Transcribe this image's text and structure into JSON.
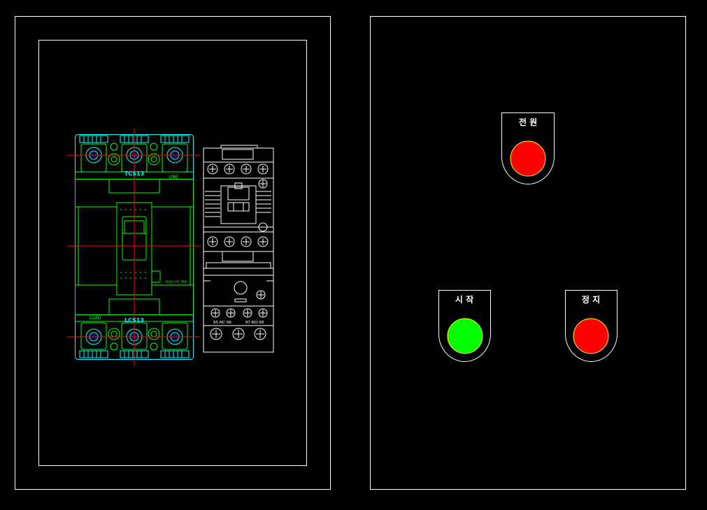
{
  "colors": {
    "background": "#000000",
    "frame": "#ffffff",
    "breaker": "#00ff00",
    "breaker_alt": "#00ffff",
    "centerline": "#ff0000",
    "terminal": "#0000ff",
    "lamp_red": "#ff0000",
    "lamp_green": "#00ff00",
    "lamp_rim": "#ffff00"
  },
  "breaker": {
    "top_code": "TCS13",
    "top_side": "LINE",
    "bottom_code": "LCS13",
    "bottom_side": "LOAD",
    "push_text": "PUSH TO TRIP"
  },
  "contactor": {
    "contact_nc": "95-NC-96",
    "contact_no": "97-NO-98"
  },
  "buttons": {
    "power": {
      "label": "전 원",
      "lamp": "red"
    },
    "start": {
      "label": "시 작",
      "lamp": "green"
    },
    "stop": {
      "label": "정 지",
      "lamp": "red"
    }
  }
}
